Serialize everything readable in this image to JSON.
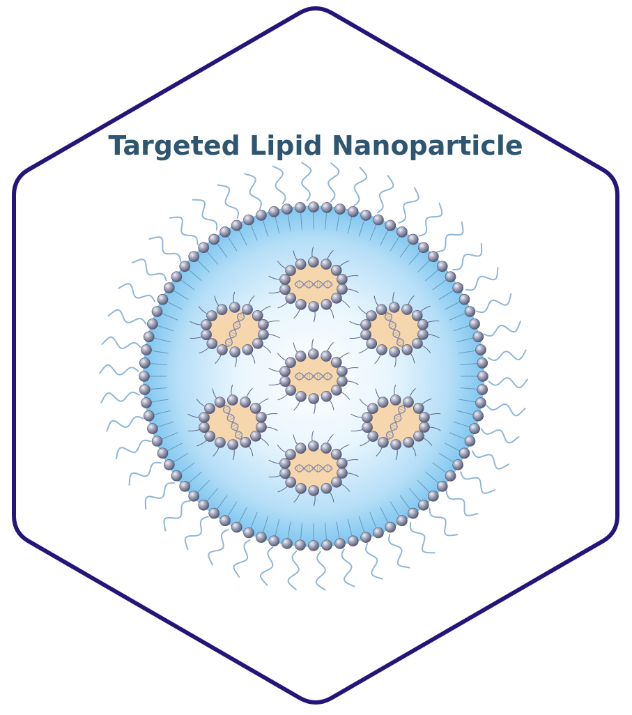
{
  "title": "Targeted Lipid Nanoparticle",
  "colors": {
    "hexagon_border": "#25157a",
    "title": "#2e5670",
    "core_center": "#ffffff",
    "core_edge": "#7ec6ef",
    "head_bead": "#7c809a",
    "tail": "#5a89b0",
    "peg_chain": "#8fb6d6",
    "micelle_fill": "#f6d7ad",
    "dna_strand": "#8a8aa8"
  },
  "diagram": {
    "shape": "hexagon",
    "outer_shell": "lipid-bilayer-with-peg-chains",
    "inner_payload": "reverse-micelles-with-nucleic-acid",
    "micelle_count": 7
  }
}
